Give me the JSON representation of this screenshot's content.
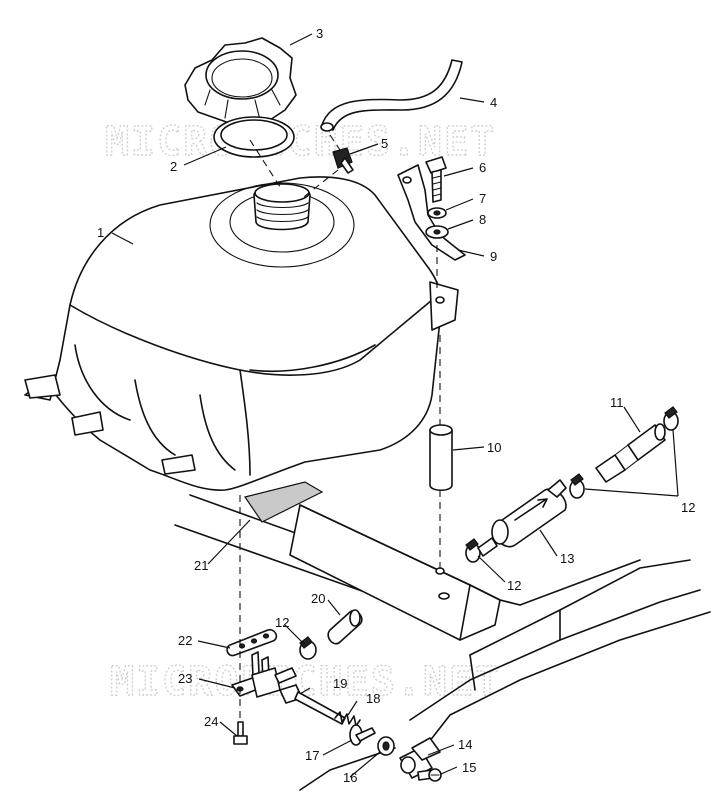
{
  "diagram": {
    "watermark_text": "MICROFICHES.NET",
    "callouts": [
      {
        "id": "1",
        "label": "1"
      },
      {
        "id": "2",
        "label": "2"
      },
      {
        "id": "3",
        "label": "3"
      },
      {
        "id": "4",
        "label": "4"
      },
      {
        "id": "5",
        "label": "5"
      },
      {
        "id": "6",
        "label": "6"
      },
      {
        "id": "7",
        "label": "7"
      },
      {
        "id": "8",
        "label": "8"
      },
      {
        "id": "9",
        "label": "9"
      },
      {
        "id": "10",
        "label": "10"
      },
      {
        "id": "11",
        "label": "11"
      },
      {
        "id": "12a",
        "label": "12"
      },
      {
        "id": "12b",
        "label": "12"
      },
      {
        "id": "12c",
        "label": "12"
      },
      {
        "id": "13",
        "label": "13"
      },
      {
        "id": "14",
        "label": "14"
      },
      {
        "id": "15",
        "label": "15"
      },
      {
        "id": "16",
        "label": "16"
      },
      {
        "id": "17",
        "label": "17"
      },
      {
        "id": "18",
        "label": "18"
      },
      {
        "id": "19",
        "label": "19"
      },
      {
        "id": "20",
        "label": "20"
      },
      {
        "id": "21",
        "label": "21"
      },
      {
        "id": "22",
        "label": "22"
      },
      {
        "id": "23",
        "label": "23"
      },
      {
        "id": "24",
        "label": "24"
      }
    ]
  }
}
